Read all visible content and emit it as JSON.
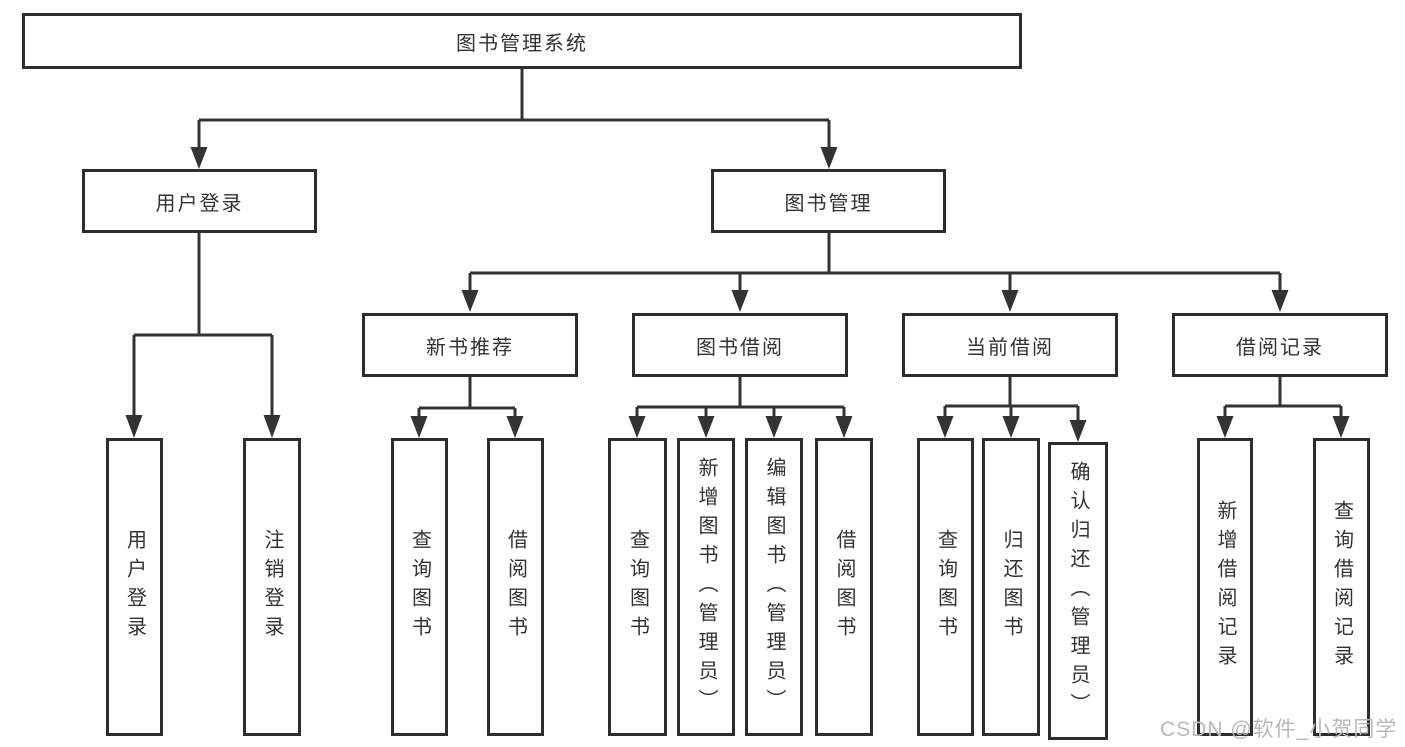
{
  "diagram": {
    "root": {
      "label": "图书管理系统"
    },
    "branches": [
      {
        "label": "用户登录",
        "children": [
          {
            "label": "用户登录"
          },
          {
            "label": "注销登录"
          }
        ]
      },
      {
        "label": "图书管理",
        "children": [
          {
            "label": "新书推荐",
            "children": [
              {
                "label": "查询图书"
              },
              {
                "label": "借阅图书"
              }
            ]
          },
          {
            "label": "图书借阅",
            "children": [
              {
                "label": "查询图书"
              },
              {
                "label": "新增图书（管理员）"
              },
              {
                "label": "编辑图书（管理员）"
              },
              {
                "label": "借阅图书"
              }
            ]
          },
          {
            "label": "当前借阅",
            "children": [
              {
                "label": "查询图书"
              },
              {
                "label": "归还图书"
              },
              {
                "label": "确认归还（管理员）"
              }
            ]
          },
          {
            "label": "借阅记录",
            "children": [
              {
                "label": "新增借阅记录"
              },
              {
                "label": "查询借阅记录"
              }
            ]
          }
        ]
      }
    ]
  },
  "watermark": {
    "text": "CSDN @软件_小贺同学",
    "color": "#b9b9b9"
  },
  "colors": {
    "line": "#333333",
    "box_border": "#2d2d2d",
    "text": "#333333",
    "background": "#ffffff"
  }
}
